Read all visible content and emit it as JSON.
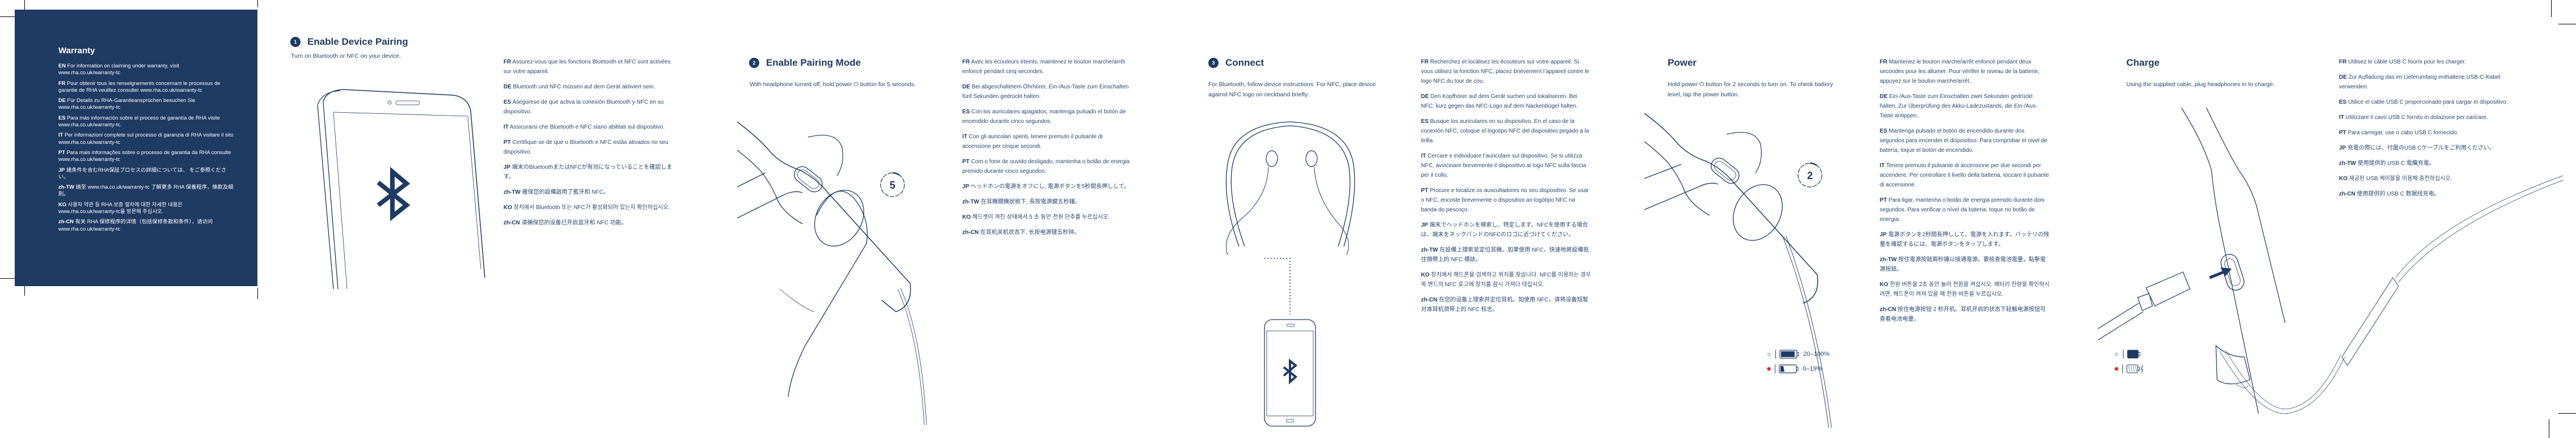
{
  "warranty": {
    "title": "Warranty",
    "items": [
      {
        "lang": "EN",
        "text": "For information on claiming under warranty, visit www.rha.co.uk/warranty-tc"
      },
      {
        "lang": "FR",
        "text": "Pour obtenir tous les renseignements concernant le processus de garantie de RHA veuillez consulter www.rha.co.uk/warranty-tc"
      },
      {
        "lang": "DE",
        "text": "Für Details zu RHA-Garantieansprüchen besuchen Sie www.rha.co.uk/warranty-tc"
      },
      {
        "lang": "ES",
        "text": "Para más información sobre el proceso de garantía de RHA visite www.rha.co.uk/warranty-tc."
      },
      {
        "lang": "IT",
        "text": "Per informazioni complete sul processo di garanzia di RHA visitare il sito www.rha.co.uk/warranty-tc"
      },
      {
        "lang": "PT",
        "text": "Para mais informações sobre o processo de garantia da RHA consulte www.rha.co.uk/warranty-tc"
      },
      {
        "lang": "JP",
        "text": "諸条件を含むRHA保証プロセスの詳細については、 をご参照ください。"
      },
      {
        "lang": "zh-TW",
        "text": "請至 www.rha.co.uk/warranty-tc 了解更多 RHA 保養程序，條款及細則。"
      },
      {
        "lang": "KO",
        "text": "사용자 약관 등 RHA 보증 절차에 대한 자세한 내용은 www.rha.co.uk/warranty-tc을 방문해 주십시오."
      },
      {
        "lang": "zh-CN",
        "text": "有关 RHA 保修程序的详情（包括保修条款和条件），请访问 www.rha.co.uk/warranty-tc"
      }
    ]
  },
  "step1": {
    "number": "1",
    "title": "Enable Device Pairing",
    "desc": "Turn on Bluetooth or NFC on your device.",
    "icon": "bluetooth-icon",
    "translations": [
      {
        "lang": "FR",
        "text": "Assurez-vous que les fonctions Bluetooth et NFC sont activées sur votre appareil."
      },
      {
        "lang": "DE",
        "text": "Bluetooth und NFC müssen auf dem Gerät aktiviert sein."
      },
      {
        "lang": "ES",
        "text": "Asegúrese de que activa la conexión Bluetooth y NFC en su dispositivo."
      },
      {
        "lang": "IT",
        "text": "Assicurarsi che Bluetooth e NFC siano abilitati sul dispositivo."
      },
      {
        "lang": "PT",
        "text": "Certifique-se de que o Bluetooth e NFC estão ativados no seu dispositivo."
      },
      {
        "lang": "JP",
        "text": "端末のBluetoothまたはNFCが有効になっていることを確認します。"
      },
      {
        "lang": "zh-TW",
        "text": "確保您的設備啟用了藍牙和 NFC。"
      },
      {
        "lang": "KO",
        "text": "장치에서 Bluetooth 또는 NFC가 활성화되어 있는지 확인하십시오."
      },
      {
        "lang": "zh-CN",
        "text": "请确保您的设备已开启蓝牙和 NFC 功能。"
      }
    ]
  },
  "step2": {
    "number": "2",
    "title": "Enable Pairing Mode",
    "desc": "With headphone turned off, hold power ⏻ button for 5 seconds.",
    "timer": "5",
    "translations": [
      {
        "lang": "FR",
        "text": "Avec les écouteurs éteints, maintenez le bouton marche/arrêt enfoncé pendant cinq secondes."
      },
      {
        "lang": "DE",
        "text": "Bei abgeschaltetem Ohrhörer, Ein-/Aus-Taste zum Einschalten fünf Sekunden gedrückt halten."
      },
      {
        "lang": "ES",
        "text": "Con los auriculares apagados, mantenga pulsado el botón de encendido durante cinco segundos."
      },
      {
        "lang": "IT",
        "text": "Con gli auricolari spenti, tenere premuto il pulsante di accensione per cinque secondi."
      },
      {
        "lang": "PT",
        "text": "Com o fone de ouvido desligado, mantenha o botão de energia premido durante cinco segundos."
      },
      {
        "lang": "JP",
        "text": "ヘッドホンの電源をオフにし, 電源ボタンを5秒間長押しして。"
      },
      {
        "lang": "zh-TW",
        "text": "在耳機關機狀態下, 長按電源鍵五秒鐘。"
      },
      {
        "lang": "KO",
        "text": "헤드셋이 꺼진 상태에서 5 초 동안 전원 단추를 누르십시오."
      },
      {
        "lang": "zh-CN",
        "text": "在耳机关机状态下, 长按电源键五秒钟。"
      }
    ]
  },
  "step3": {
    "number": "3",
    "title": "Connect",
    "desc": "For Bluetooth, follow device instructions. For NFC, place device against NFC logo on neckband briefly.",
    "translations": [
      {
        "lang": "FR",
        "text": "Recherchez et localisez les écouteurs sur votre appareil. Si vous utilisez la fonction NFC, placez brièvement l’appareil contre le logo NFC du tour de cou."
      },
      {
        "lang": "DE",
        "text": "Den Kopfhörer auf dem Gerät suchen und lokalisieren. Bei NFC: kurz gegen das NFC-Logo auf dem Nackenbügel halten."
      },
      {
        "lang": "ES",
        "text": "Busque los auriculares en su dispositivo. En el caso de la conexión NFC, coloque el logotipo NFC del dispositivo pegado a la tirilla."
      },
      {
        "lang": "IT",
        "text": "Cercare e individuare l’auricolare sul dispositivo. Se si utilizza NFC, avvicinare brevemente il dispositivo al logo NFC sulla fascia per il collo."
      },
      {
        "lang": "PT",
        "text": "Procure e localize os auscultadores no seu dispositivo. Se usar o NFC, encoste brevemente o dispositivo ao logótipo NFC na banda do pescoço."
      },
      {
        "lang": "JP",
        "text": "端末でヘッドホンを検索し、特定します。NFCを使用する場合は、端末をネックバンドのNFCのロゴに近づけてください。"
      },
      {
        "lang": "zh-TW",
        "text": "在設備上搜索並定位耳機。如果使用 NFC，快速地將設備抵住頸帶上的 NFC 標誌。"
      },
      {
        "lang": "KO",
        "text": "장치에서 헤드폰을 검색하고 위치를 찾습니다. NFC를 이용하는 경우 목 밴드의 NFC 로고에 장치를 잠시 가져다 대십시오."
      },
      {
        "lang": "zh-CN",
        "text": "在您的设备上搜索并定位耳机。如使用 NFC，请将设备短暂对准耳机颈带上的 NFC 标志。"
      }
    ]
  },
  "power": {
    "title": "Power",
    "desc": "Hold power ⏻ button for 2 seconds to turn on. To check battery level, tap the power button.",
    "timer": "2",
    "battery_levels": [
      {
        "led": "white",
        "label": "20–100%",
        "color": "#1f3a63"
      },
      {
        "led": "red",
        "label": "0–19%",
        "color": "#e8202a"
      }
    ],
    "translations": [
      {
        "lang": "FR",
        "text": "Maintenez le bouton marche/arrêt enfoncé pendant deux secondes pour les allumer. Pour vérifier le niveau de la batterie, appuyez sur le bouton marche/arrêt."
      },
      {
        "lang": "DE",
        "text": "Ein-/Aus-Taste zum Einschalten zwei Sekunden gedrückt halten. Zur Überprüfung des Akku-Ladezustands, die Ein-/Aus-Taste antippen."
      },
      {
        "lang": "ES",
        "text": "Mantenga pulsado el botón de encendido durante dos segundos para encender el dispositivo. Para comprobar el nivel de batería, toque el botón de encendido."
      },
      {
        "lang": "IT",
        "text": "Tenere premuto il pulsante di accensione per due secondi per accendere. Per controllare il livello della batteria, toccare il pulsante di accensione."
      },
      {
        "lang": "PT",
        "text": "Para ligar, mantenha o botão de energia premido durante dois segundos. Para verificar o nível da bateria, toque no botão de energia."
      },
      {
        "lang": "JP",
        "text": "電源ボタンを2秒間長押しして、電源を入れます。バッテリの残量を確認するには、電源ボタンをタップします。"
      },
      {
        "lang": "zh-TW",
        "text": "按住電源按鈕兩秒鐘以接通電源。要檢查電池電量，點擊電源按鈕。"
      },
      {
        "lang": "KO",
        "text": "전원 버튼을 2초 동안 눌러 전원을 켜십시오. 배터리 잔량을 확인하시려면, 헤드폰이 켜져 있을 때 전원 버튼을 누르십시오."
      },
      {
        "lang": "zh-CN",
        "text": "按住电源按钮 2 秒开机。耳机开启的状态下轻触电源按钮可查看电池电量。"
      }
    ]
  },
  "charge": {
    "title": "Charge",
    "desc": "Using the supplied cable, plug headphones in to charge.",
    "translations": [
      {
        "lang": "FR",
        "text": "Utilisez le câble USB C fourni pour les charger."
      },
      {
        "lang": "DE",
        "text": "Zur Aufladung das im Lieferumfang enthaltene USB-C-Kabel verwenden."
      },
      {
        "lang": "ES",
        "text": "Utilice el cable USB C proporcionado para cargar el dispositivo."
      },
      {
        "lang": "IT",
        "text": "Utilizzare il cavo USB C fornito in dotazione per caricare."
      },
      {
        "lang": "PT",
        "text": "Para carregar, use o cabo USB C fornecido."
      },
      {
        "lang": "JP",
        "text": "充電の際には、付属のUSB Cケーブルをご利用ください。"
      },
      {
        "lang": "zh-TW",
        "text": "使用提供的 USB C 電纜充電。"
      },
      {
        "lang": "KO",
        "text": "제공된 USB 케이블을 이용해 충전하십시오."
      },
      {
        "lang": "zh-CN",
        "text": "使用提供的 USB C 数据线充电。"
      }
    ]
  },
  "colors": {
    "navy": "#1f3a63",
    "red_led": "#e8202a",
    "background": "#ffffff"
  }
}
